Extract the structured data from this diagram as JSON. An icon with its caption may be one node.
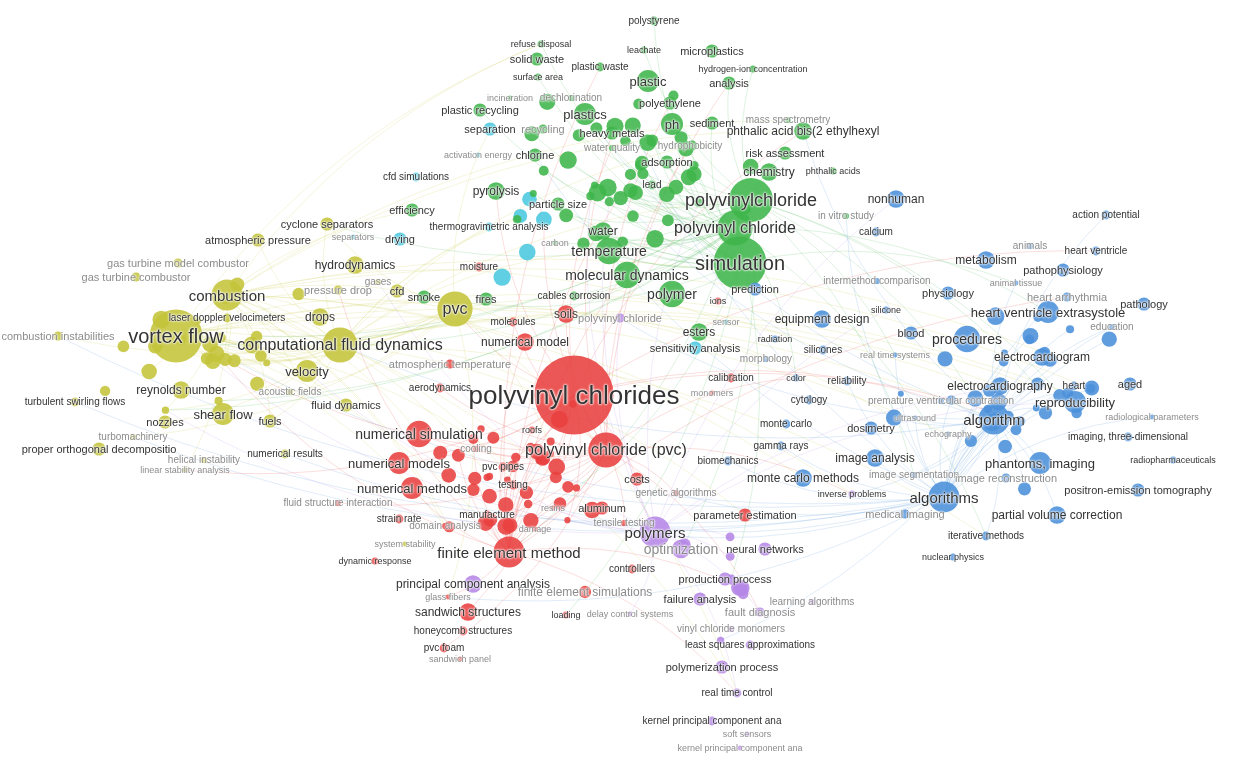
{
  "diagram": {
    "labels": [
      "cyclone separators",
      "atmospheric pressure",
      "separators",
      "drying",
      "gas turbine model combustor",
      "gas turbine combustor",
      "hydrodynamics",
      "pressure drop",
      "gases",
      "cfd",
      "smoke",
      "combustion",
      "laser doppler velocimeters",
      "drops",
      "combustion instabilities",
      "vortex flow",
      "computational fluid dynamics",
      "velocity",
      "pvc",
      "reynolds number",
      "acoustic fields",
      "turbulent swirling flows",
      "shear flow",
      "fluid dynamics",
      "nozzles",
      "fuels",
      "turbomachinery",
      "proper orthogonal decompositio",
      "helical instability",
      "linear stability analysis",
      "numerical results",
      "fluid structure interaction",
      "system stability",
      "dynamic response",
      "atmospheric temperature",
      "aerodynamics",
      "polystyrene",
      "refuse disposal",
      "leachate",
      "microplastics",
      "solid waste",
      "plastic waste",
      "hydrogen-ion concentration",
      "surface area",
      "plastic",
      "analysis",
      "incineration",
      "dechlorination",
      "plastic recycling",
      "plastics",
      "polyethylene",
      "ph",
      "sediment",
      "mass spectrometry",
      "separation",
      "recycling",
      "heavy metals",
      "hydrophobicity",
      "phthalic acid bis(2 ethylhexyl",
      "activation energy",
      "chlorine",
      "water quality",
      "risk assessment",
      "adsorption",
      "cfd simulations",
      "chemistry",
      "phthalic acids",
      "lead",
      "pyrolysis",
      "efficiency",
      "particle size",
      "polyvinylchloride",
      "thermogravimetric analysis",
      "polyvinyl chloride",
      "water",
      "carbon",
      "temperature",
      "simulation",
      "molecular dynamics",
      "moisture",
      "prediction",
      "fires",
      "cables corrosion",
      "polymer",
      "ions",
      "soils",
      "molecules",
      "polyvinyl chloride",
      "esters",
      "numerical model",
      "sensor",
      "sensitivity analysis",
      "in vitro study",
      "nonhuman",
      "calcium",
      "action potential",
      "metabolism",
      "animals",
      "heart ventricle",
      "pathophysiology",
      "intermethod comparison",
      "animal tissue",
      "equipment design",
      "heart arrhythmia",
      "physiology",
      "pathology",
      "silicone",
      "heart ventricle extrasystole",
      "radiation",
      "silicones",
      "blood",
      "procedures",
      "education",
      "morphology",
      "real time systems",
      "electrocardiogram",
      "calibration",
      "color",
      "reliability",
      "electrocardiography",
      "heart",
      "aged",
      "cytology",
      "monte carlo",
      "premature ventricular contraction",
      "reproducibility",
      "algorithm",
      "dosimetry",
      "ultrasound",
      "radiological parameters",
      "gamma rays",
      "echography",
      "imaging, three-dimensional",
      "image analysis",
      "phantoms, imaging",
      "radiopharmaceuticals",
      "monte carlo methods",
      "image segmentation",
      "image reconstruction",
      "positron-emission tomography",
      "algorithms",
      "medical imaging",
      "partial volume correction",
      "iterative methods",
      "nuclear physics",
      "biomechanics",
      "inverse problems",
      "polyvinyl chlorides",
      "numerical simulation",
      "polyvinyl chloride (pvc)",
      "roofs",
      "cooling",
      "numerical models",
      "pvc pipes",
      "numerical methods",
      "testing",
      "costs",
      "genetic algorithms",
      "monomers",
      "parameter estimation",
      "aluminum",
      "manufacture",
      "resins",
      "tensile testing",
      "strain rate",
      "domain analysis",
      "damage",
      "polymers",
      "finite element method",
      "optimization",
      "neural networks",
      "controllers",
      "principal component analysis",
      "finite element simulations",
      "production process",
      "glass fibers",
      "failure analysis",
      "learning algorithms",
      "sandwich structures",
      "loading",
      "delay control systems",
      "fault diagnosis",
      "honeycomb structures",
      "vinyl chloride monomers",
      "pvc foam",
      "least squares approximations",
      "sandwich panel",
      "polymerization process",
      "real time control",
      "kernel principal component ana",
      "soft sensors",
      "kernel principal component ana"
    ]
  }
}
